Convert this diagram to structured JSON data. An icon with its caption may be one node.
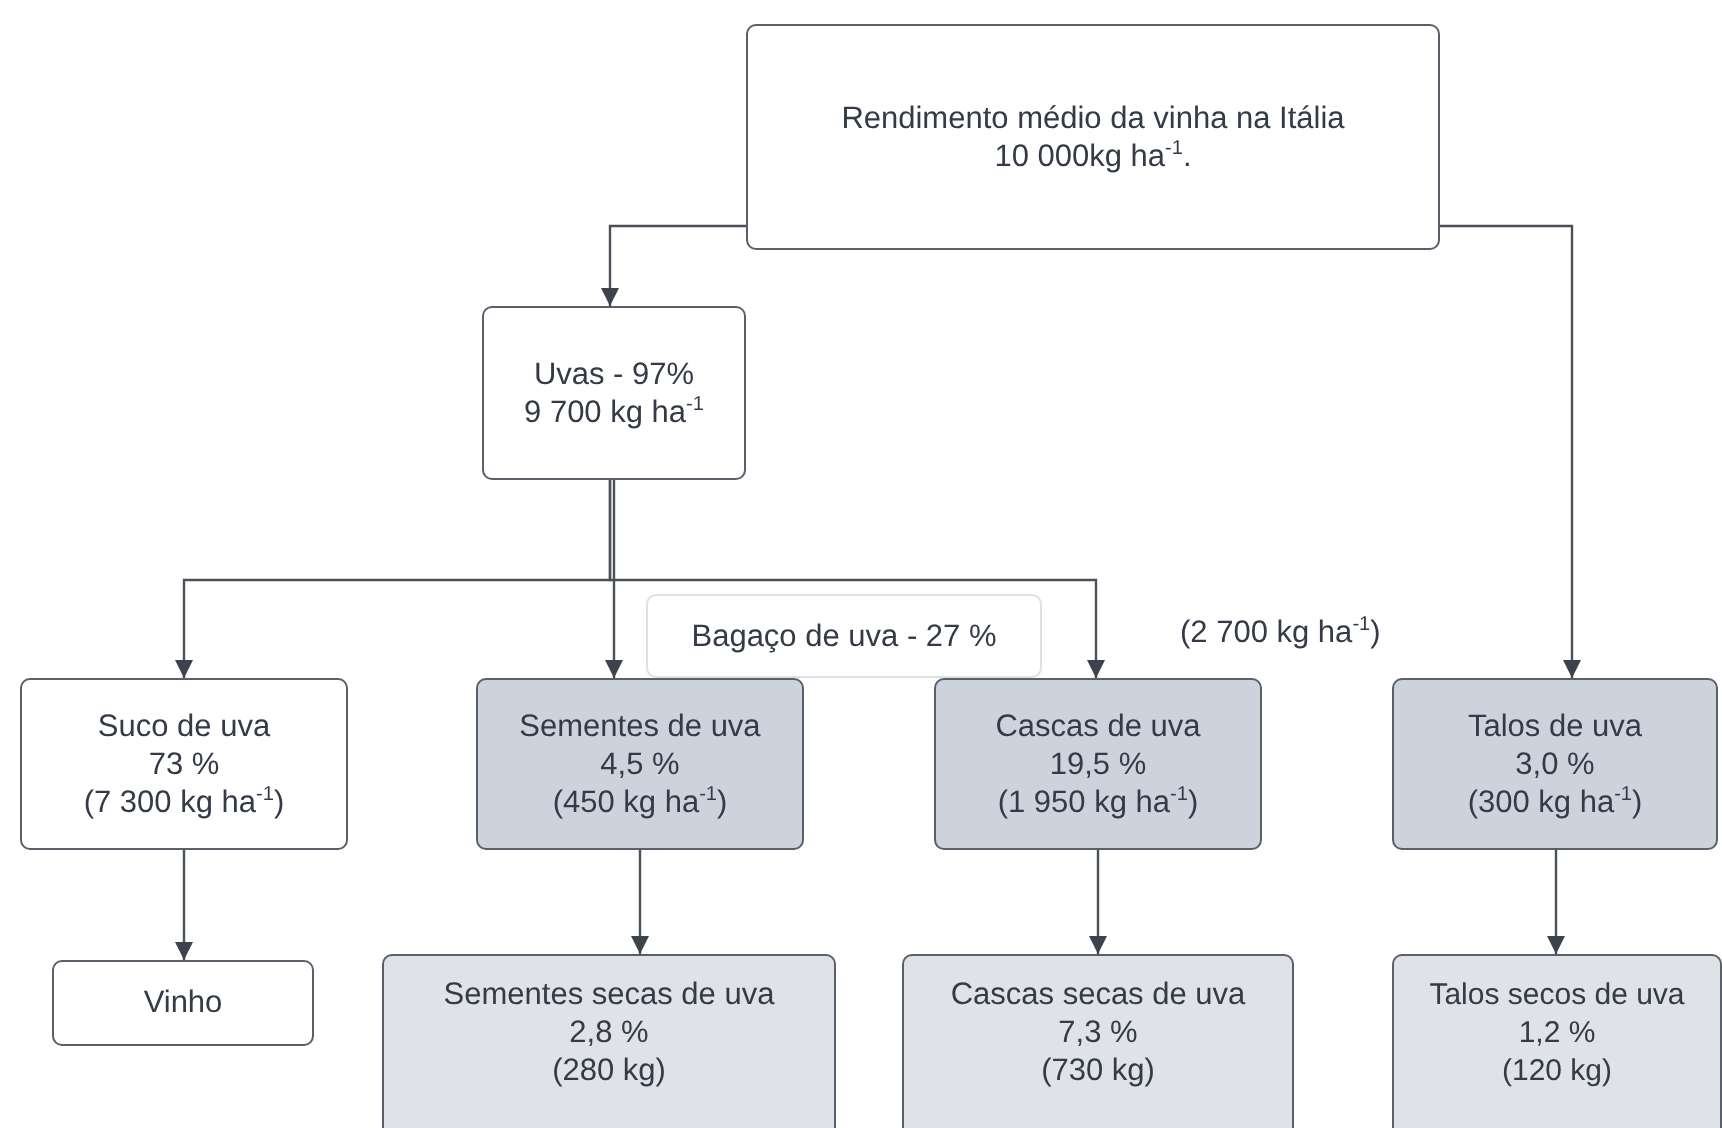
{
  "diagram": {
    "nodes": [
      {
        "text": [
          "Rendimento médio da vinha na Itália",
          "10 000kg ha$^{-1}$."
        ]
      },
      {
        "text": [
          "Uvas - 97%",
          "9 700 kg ha$^{-1}$"
        ]
      },
      {
        "text": [
          "Bagaço de uva - 27 %"
        ]
      },
      {
        "text": [
          "Suco de uva",
          "73 %",
          "(7 300 kg ha$^{-1}$)"
        ]
      },
      {
        "text": [
          "Sementes de uva",
          "4,5 %",
          "(450 kg ha$^{-1}$)"
        ]
      },
      {
        "text": [
          "Cascas de uva",
          "19,5 %",
          "(1 950 kg ha$^{-1}$)"
        ]
      },
      {
        "text": [
          "Talos de uva",
          "3,0 %",
          "(300 kg ha$^{-1}$)"
        ]
      },
      {
        "text": [
          "Vinho"
        ]
      },
      {
        "text": [
          "Sementes secas de uva",
          "2,8 %",
          "(280 kg)"
        ]
      },
      {
        "text": [
          "Cascas secas de uva",
          "7,3 %",
          "(730 kg)"
        ]
      },
      {
        "text": [
          "Talos secos de uva",
          "1,2 %",
          "(120 kg)"
        ]
      }
    ],
    "edges": [
      {
        "from": 0,
        "to": 1,
        "arrow": "to"
      },
      {
        "from": 0,
        "to": 6,
        "arrow": "to"
      },
      {
        "from": 1,
        "to": 3,
        "arrow": "to"
      },
      {
        "from": 1,
        "to": 4,
        "arrow": "to"
      },
      {
        "from": 1,
        "to": 5,
        "arrow": "to"
      },
      {
        "from": 3,
        "to": 7,
        "arrow": "to"
      },
      {
        "from": 4,
        "to": 8,
        "arrow": "to"
      },
      {
        "from": 5,
        "to": 9,
        "arrow": "to"
      },
      {
        "from": 6,
        "to": 10,
        "arrow": "to"
      }
    ],
    "labels": [
      "(2 700 kg ha$^{-1}$)"
    ]
  }
}
